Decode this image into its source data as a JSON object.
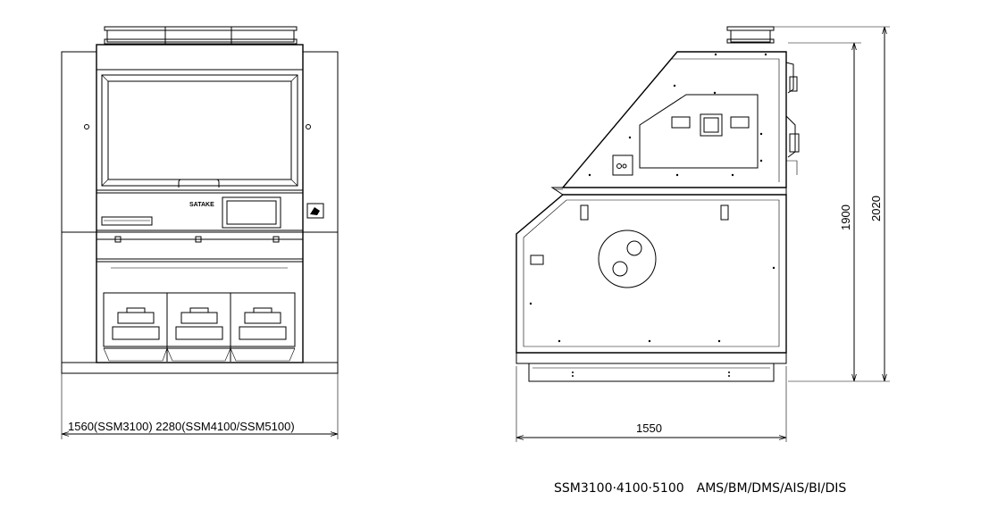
{
  "front_view": {
    "brand_label": "SATAKE",
    "width_dimension_label": "1560(SSM3100) 2280(SSM4100/SSM5100)"
  },
  "side_view": {
    "width_dimension_label": "1550",
    "height_dimension_inner_label": "1900",
    "height_dimension_outer_label": "2020"
  },
  "caption": "SSM3100·4100·5100　AMS/BM/DMS/AIS/BI/DIS"
}
